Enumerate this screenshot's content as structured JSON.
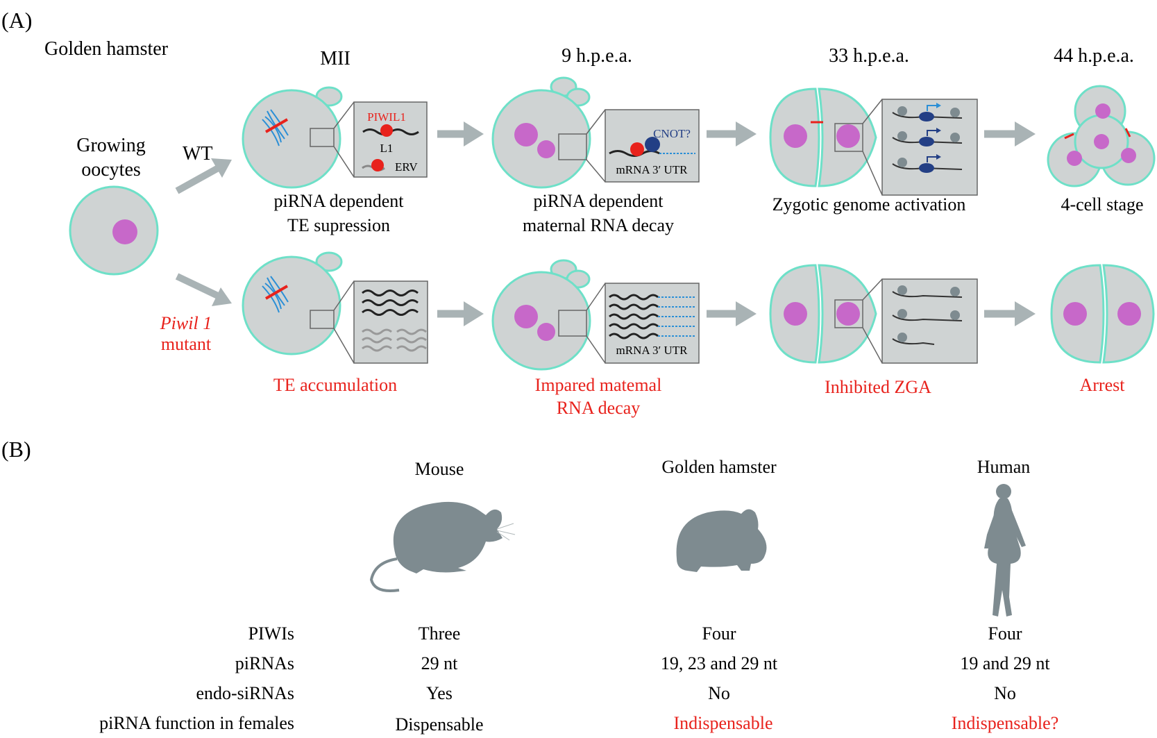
{
  "colors": {
    "cell_fill": "#cfd3d3",
    "cell_border": "#6ee0c8",
    "nucleus": "#c768c9",
    "arrow": "#a9b3b5",
    "red": "#e8221c",
    "dark_blue": "#233f85",
    "light_blue": "#2b8fd6",
    "silhouette": "#7e8b90",
    "inset_fill": "#cfd3d3",
    "inset_border": "#666666"
  },
  "panel_a": {
    "label": "(A)",
    "organism": "Golden hamster",
    "stages": [
      "MII",
      "9 h.p.e.a.",
      "33 h.p.e.a.",
      "44 h.p.e.a."
    ],
    "growing_oocytes_line1": "Growing",
    "growing_oocytes_line2": "oocytes",
    "wt_label": "WT",
    "mutant_label_line1": "Piwil 1",
    "mutant_label_line2": "mutant",
    "inset_piwil1": "PIWIL1",
    "inset_l1": "L1",
    "inset_erv": "ERV",
    "inset_cnot": "CNOT?",
    "inset_mrna_utr": "mRNA 3′ UTR",
    "wt_captions": {
      "mii_line1": "piRNA dependent",
      "mii_line2": "TE supression",
      "h9_line1": "piRNA dependent",
      "h9_line2": "maternal RNA decay",
      "h33": "Zygotic genome activation",
      "h44": "4-cell stage"
    },
    "mutant_captions": {
      "mii": "TE accumulation",
      "h9_line1": "Impared matemal",
      "h9_line2": "RNA decay",
      "h33": "Inhibited ZGA",
      "h44": "Arrest"
    }
  },
  "panel_b": {
    "label": "(B)",
    "species": [
      "Mouse",
      "Golden hamster",
      "Human"
    ],
    "table": {
      "rows": [
        {
          "label": "PIWIs",
          "values": [
            "Three",
            "Four",
            "Four"
          ]
        },
        {
          "label": "piRNAs",
          "values": [
            "29 nt",
            "19, 23 and 29 nt",
            "19 and 29 nt"
          ]
        },
        {
          "label": "endo-siRNAs",
          "values": [
            "Yes",
            "No",
            "No"
          ]
        },
        {
          "label": "piRNA function in females",
          "values": [
            "Dispensable",
            "Indispensable",
            "Indispensable?"
          ]
        }
      ]
    },
    "icons": [
      "mouse-silhouette-icon",
      "hamster-silhouette-icon",
      "human-silhouette-icon"
    ]
  }
}
